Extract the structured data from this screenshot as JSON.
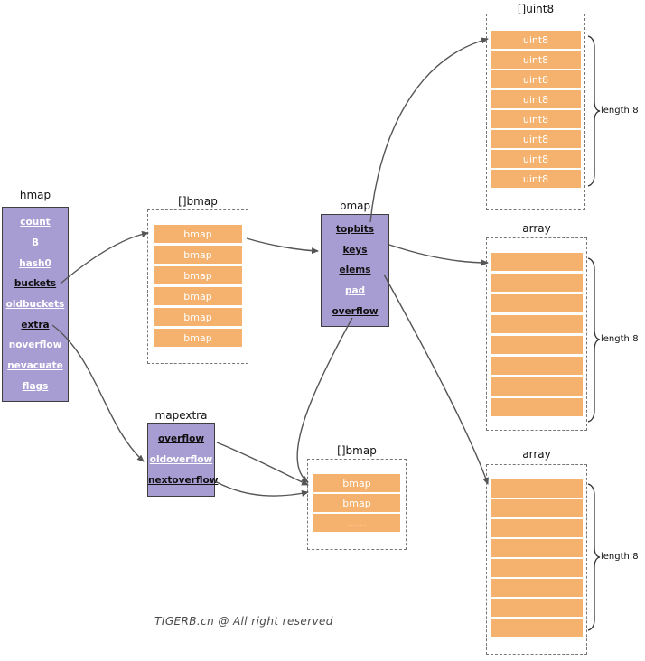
{
  "diagram": {
    "watermark": "TIGERB.cn @ All right reserved",
    "hmap": {
      "title": "hmap",
      "fields": [
        {
          "label": "count",
          "emphasis": false
        },
        {
          "label": "B",
          "emphasis": false
        },
        {
          "label": "hash0",
          "emphasis": false
        },
        {
          "label": "buckets",
          "emphasis": true
        },
        {
          "label": "oldbuckets",
          "emphasis": false
        },
        {
          "label": "extra",
          "emphasis": true
        },
        {
          "label": "noverflow",
          "emphasis": false
        },
        {
          "label": "nevacuate",
          "emphasis": false
        },
        {
          "label": "flags",
          "emphasis": false
        }
      ]
    },
    "bmap_array_top": {
      "title": "[]bmap",
      "cells": [
        "bmap",
        "bmap",
        "bmap",
        "bmap",
        "bmap",
        "bmap"
      ]
    },
    "bmap_struct": {
      "title": "bmap",
      "fields": [
        {
          "label": "topbits",
          "emphasis": true
        },
        {
          "label": "keys",
          "emphasis": true
        },
        {
          "label": "elems",
          "emphasis": true
        },
        {
          "label": "pad",
          "emphasis": false
        },
        {
          "label": "overflow",
          "emphasis": true
        }
      ]
    },
    "mapextra": {
      "title": "mapextra",
      "fields": [
        {
          "label": "overflow",
          "emphasis": true
        },
        {
          "label": "oldoverflow",
          "emphasis": false
        },
        {
          "label": "nextoverflow",
          "emphasis": true
        }
      ]
    },
    "uint8_array": {
      "title": "[]uint8",
      "cells": [
        "uint8",
        "uint8",
        "uint8",
        "uint8",
        "uint8",
        "uint8",
        "uint8",
        "uint8"
      ],
      "cell_count": 8,
      "length_label": "length:8"
    },
    "array_mid": {
      "title": "array",
      "cell_count": 8,
      "length_label": "length:8"
    },
    "array_bottom": {
      "title": "array",
      "cell_count": 8,
      "length_label": "length:8"
    },
    "bmap_array_bottom": {
      "title": "[]bmap",
      "cells": [
        "bmap",
        "bmap",
        "......"
      ]
    },
    "colors": {
      "purple": "#a79dd3",
      "orange": "#f5b26e",
      "arrow": "#555555"
    }
  }
}
